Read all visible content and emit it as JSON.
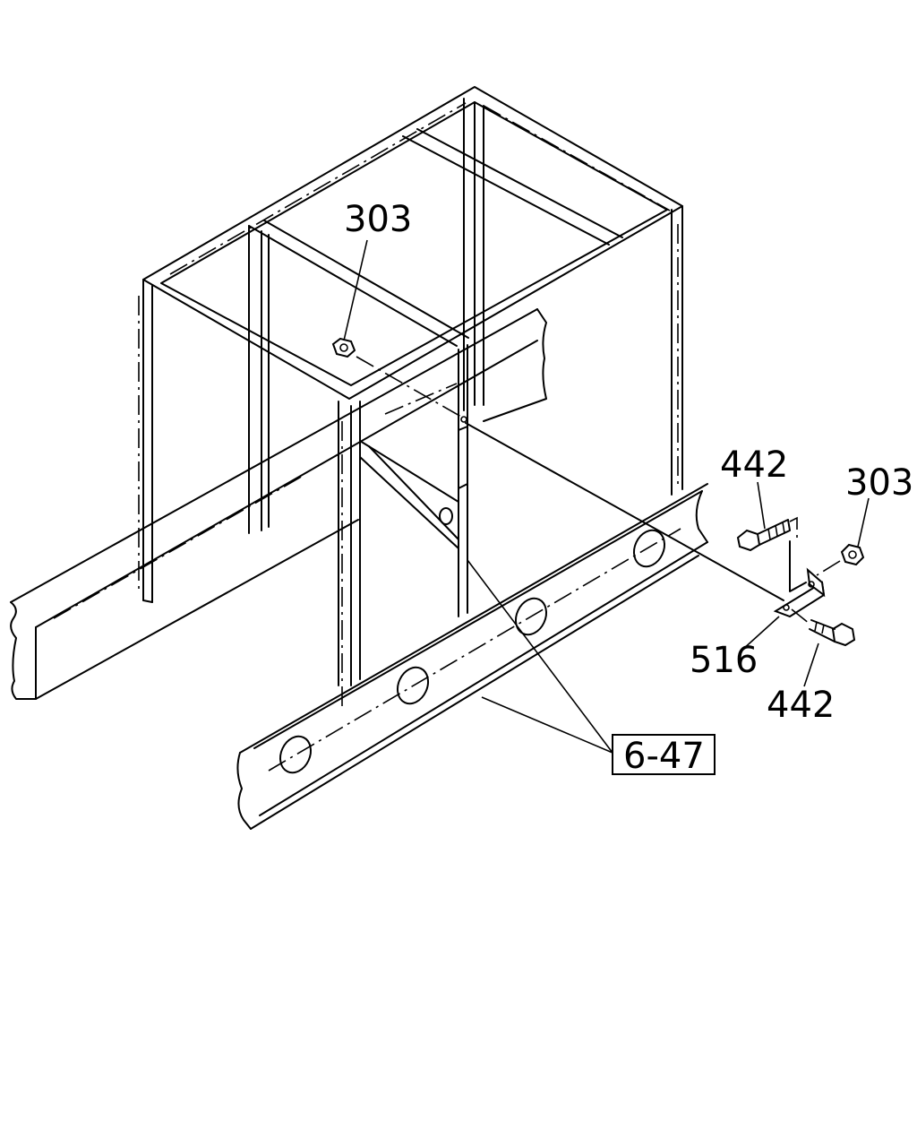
{
  "callouts": {
    "nut_top": "303",
    "bolt_upper": "442",
    "nut_right": "303",
    "bracket": "516",
    "bolt_lower": "442",
    "reference_box": "6-47"
  }
}
